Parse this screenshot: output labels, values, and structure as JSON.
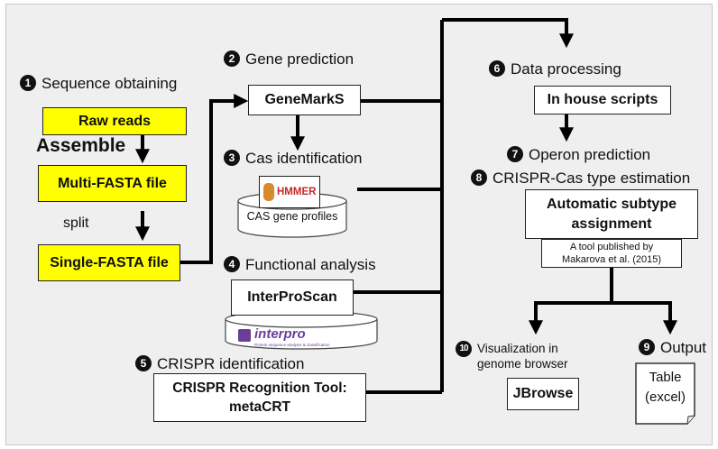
{
  "steps": {
    "s1": {
      "num": "1",
      "label": "Sequence obtaining"
    },
    "s2": {
      "num": "2",
      "label": "Gene prediction"
    },
    "s3": {
      "num": "3",
      "label": "Cas identification"
    },
    "s4": {
      "num": "4",
      "label": "Functional analysis"
    },
    "s5": {
      "num": "5",
      "label": "CRISPR identification"
    },
    "s6": {
      "num": "6",
      "label": "Data processing"
    },
    "s7": {
      "num": "7",
      "label": "Operon prediction"
    },
    "s8": {
      "num": "8",
      "label": "CRISPR-Cas type estimation"
    },
    "s9": {
      "num": "9",
      "label": "Output"
    },
    "s10": {
      "num": "10",
      "line1": "Visualization in",
      "line2": "genome browser"
    }
  },
  "boxes": {
    "raw_reads": "Raw reads",
    "assemble": "Assemble",
    "multi_fasta": "Multi-FASTA file",
    "split": "split",
    "single_fasta": "Single-FASTA file",
    "genemarks": "GeneMarkS",
    "hmmer_logo": "HMMER",
    "cas_profiles": "CAS gene profiles",
    "interproscan": "InterProScan",
    "interpro_logo": "interpro",
    "interpro_tagline": "Protein sequence analysis & classification",
    "crt_line1": "CRISPR Recognition Tool:",
    "crt_line2": "metaCRT",
    "inhouse": "In house scripts",
    "auto_line1": "Automatic subtype",
    "auto_line2": "assignment",
    "tool_line1": "A tool published by",
    "tool_line2": "Makarova et al. (2015)",
    "jbrowse": "JBrowse",
    "table_line1": "Table",
    "table_line2": "(excel)"
  },
  "colors": {
    "highlight": "#ffff00",
    "hmmer_red": "#c62828",
    "interpro_purple": "#6a3d9a"
  }
}
